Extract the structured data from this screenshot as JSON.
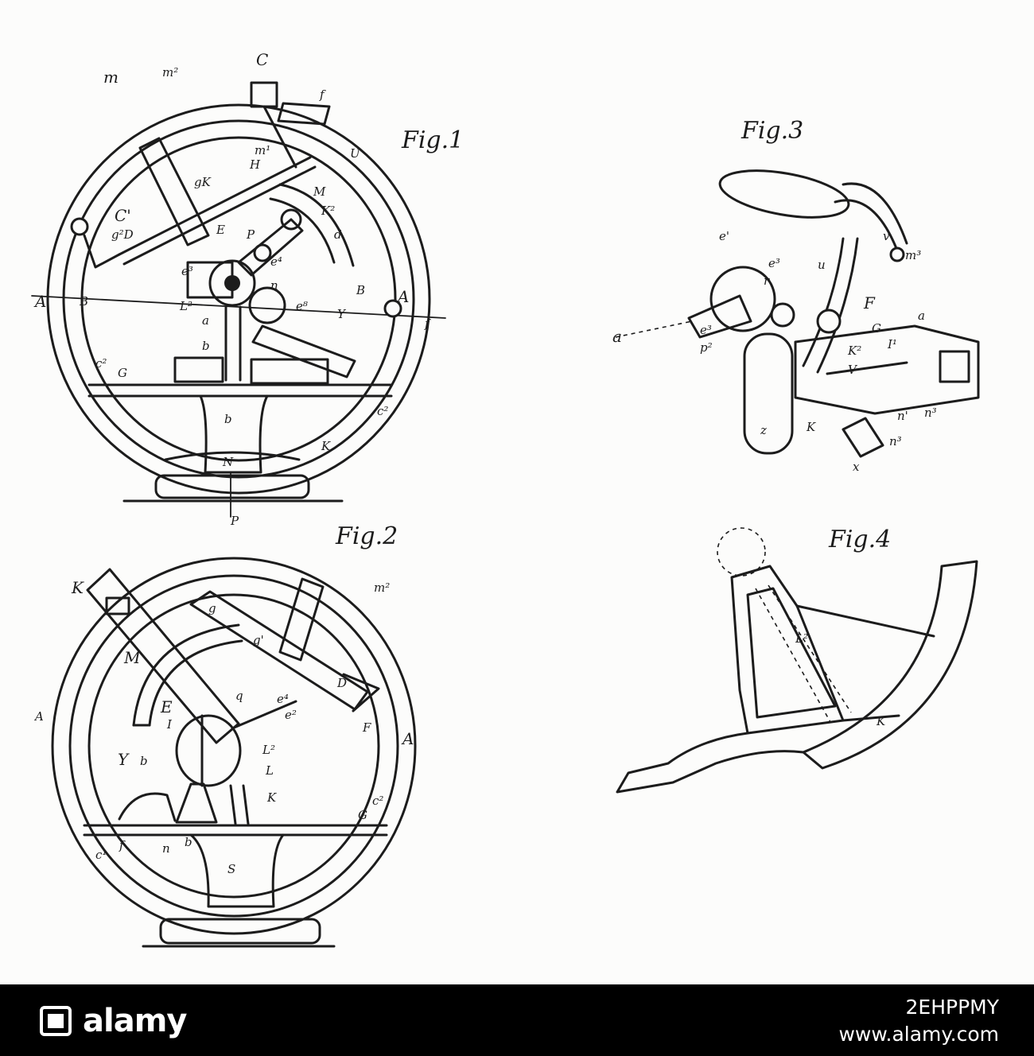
{
  "figures": [
    {
      "id": "fig1",
      "title": "Fig.1"
    },
    {
      "id": "fig2",
      "title": "Fig.2"
    },
    {
      "id": "fig3",
      "title": "Fig.3"
    },
    {
      "id": "fig4",
      "title": "Fig.4"
    }
  ],
  "fig1_labels": [
    "m",
    "m²",
    "C",
    "f",
    "U",
    "m¹",
    "H",
    "gK",
    "M",
    "K²",
    "C'",
    "g²D",
    "E",
    "P",
    "d",
    "A",
    "B",
    "e³",
    "e⁴",
    "n",
    "B",
    "A",
    "f",
    "L²",
    "e⁸",
    "Y",
    "a",
    "b",
    "c²",
    "G",
    "c²",
    "K",
    "b",
    "N",
    "P"
  ],
  "fig2_labels": [
    "K",
    "m²",
    "g",
    "g'",
    "M",
    "D",
    "q",
    "e⁴",
    "e²",
    "E",
    "I",
    "A",
    "F",
    "A",
    "L²",
    "Y",
    "b",
    "L",
    "K",
    "G",
    "c²",
    "c¹",
    "f",
    "n",
    "b",
    "S"
  ],
  "fig3_labels": [
    "e'",
    "v",
    "m³",
    "e³",
    "r",
    "u",
    "F",
    "a",
    "G",
    "a",
    "e³",
    "I¹",
    "K²",
    "p²",
    "V",
    "K",
    "n'",
    "n³",
    "n³",
    "z",
    "x"
  ],
  "fig4_labels": [
    "L²",
    "K"
  ],
  "watermark": {
    "brand": "alamy",
    "image_id": "2EHPPMY",
    "url": "www.alamy.com"
  }
}
